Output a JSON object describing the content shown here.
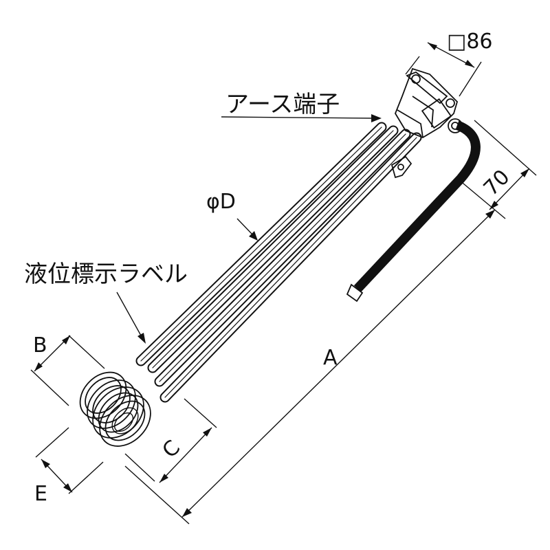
{
  "labels": {
    "earth_terminal": "アース端子",
    "level_label": "液位標示ラベル",
    "diameter": "φD",
    "flange_size": "□86",
    "dim_70": "70",
    "dim_a": "A",
    "dim_b": "B",
    "dim_c": "C",
    "dim_e": "E"
  }
}
